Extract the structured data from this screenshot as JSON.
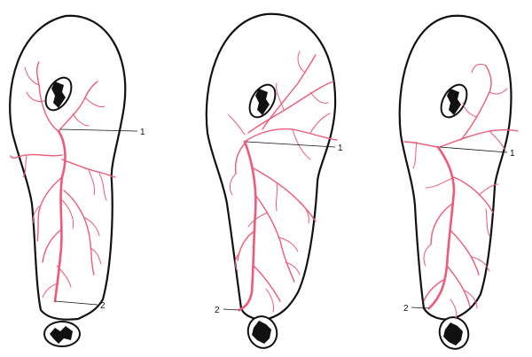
{
  "colors": {
    "outline": "#111111",
    "vessel": "#ee5a78"
  },
  "panels": [
    {
      "id": "left",
      "callouts": [
        {
          "label": "1"
        },
        {
          "label": "2"
        }
      ]
    },
    {
      "id": "middle",
      "callouts": [
        {
          "label": "1"
        },
        {
          "label": "2"
        }
      ]
    },
    {
      "id": "right",
      "callouts": [
        {
          "label": "1"
        },
        {
          "label": "2"
        }
      ]
    }
  ]
}
